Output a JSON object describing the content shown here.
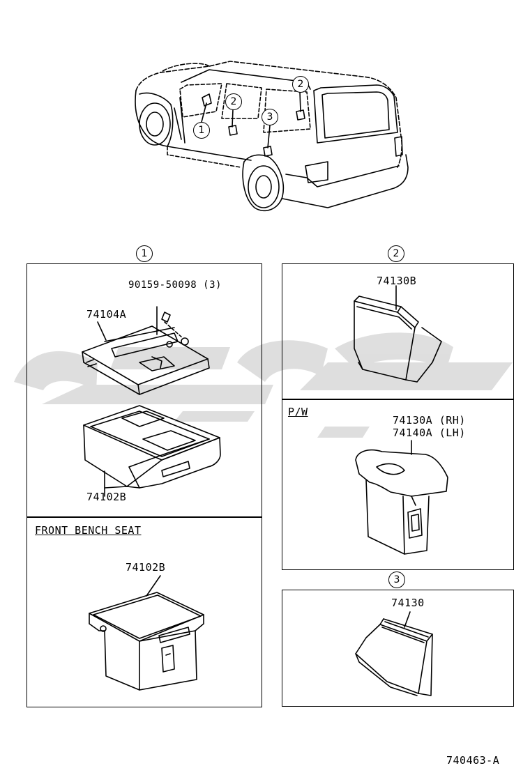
{
  "callouts": {
    "vehicle_1": "1",
    "vehicle_2a": "2",
    "vehicle_2b": "2",
    "vehicle_3": "3",
    "section_1": "1",
    "section_2": "2",
    "section_3": "3"
  },
  "section_1": {
    "bolt_part": "90159-50098 (3)",
    "bracket_part": "74104A",
    "ashtray_part": "74102B"
  },
  "front_bench_seat": {
    "heading": "FRONT BENCH SEAT",
    "ashtray_part": "74102B"
  },
  "section_2": {
    "ashtray_part": "74130B"
  },
  "power_window": {
    "heading": "P/W",
    "part_rh": "74130A (RH)",
    "part_lh": "74140A (LH)"
  },
  "section_3": {
    "ashtray_part": "74130"
  },
  "figure_code": "740463-A",
  "colors": {
    "line": "#000000",
    "watermark": "#d6d6d6",
    "background": "#ffffff"
  }
}
